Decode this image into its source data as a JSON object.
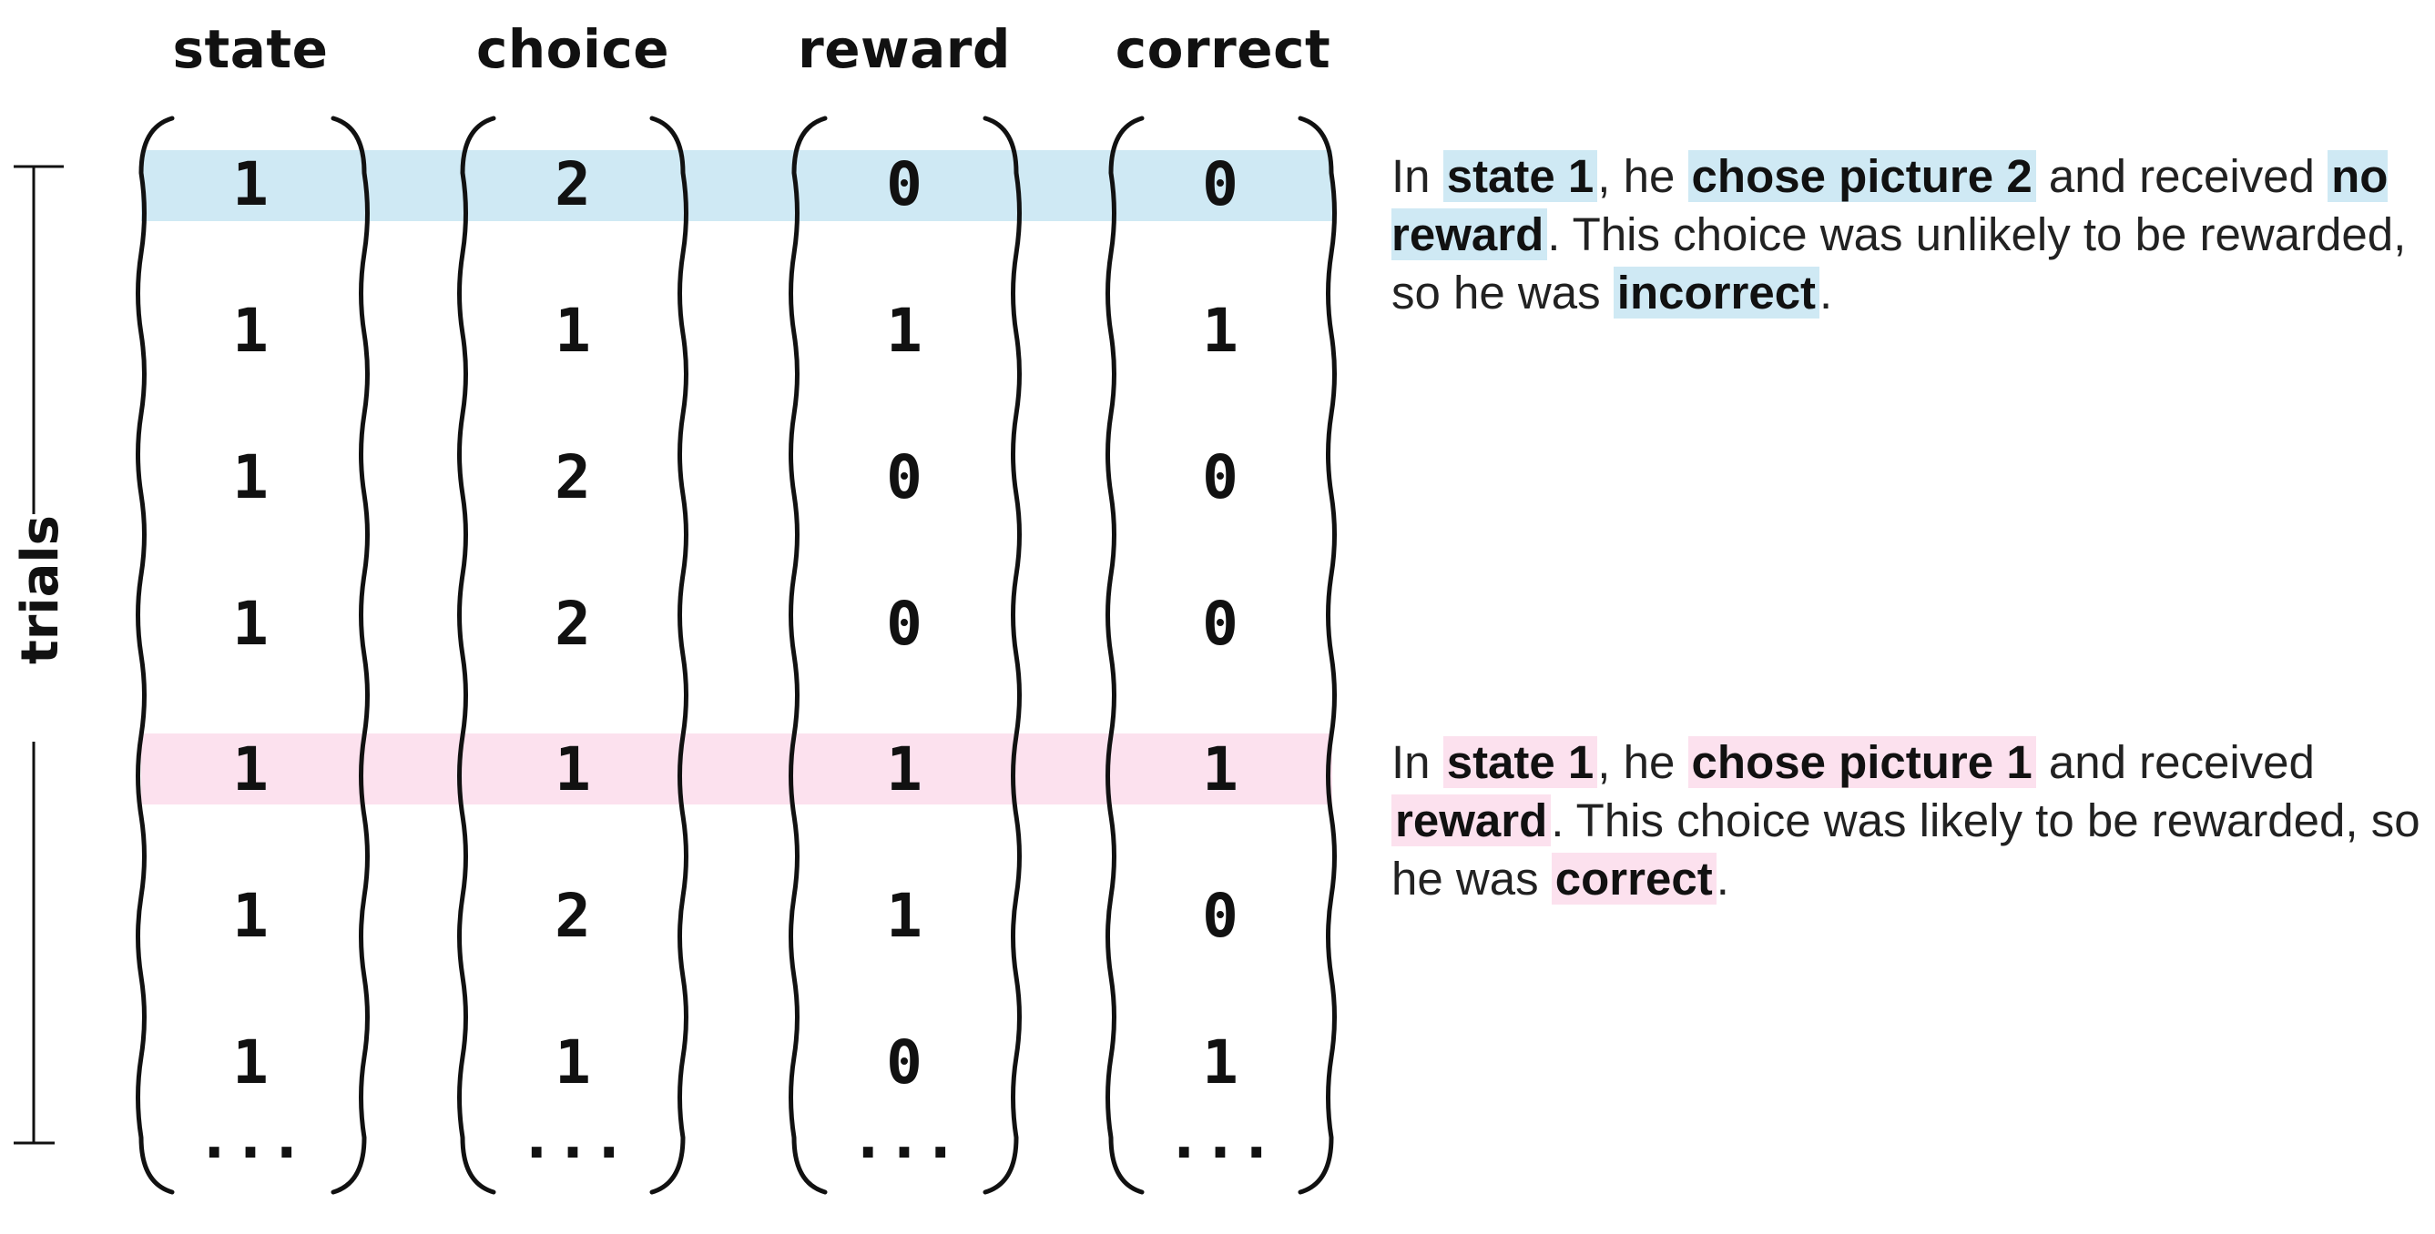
{
  "columns": [
    {
      "key": "state",
      "label": "state",
      "values": [
        "1",
        "1",
        "1",
        "1",
        "1",
        "1",
        "1"
      ]
    },
    {
      "key": "choice",
      "label": "choice",
      "values": [
        "2",
        "1",
        "2",
        "2",
        "1",
        "2",
        "1"
      ]
    },
    {
      "key": "reward",
      "label": "reward",
      "values": [
        "0",
        "1",
        "0",
        "0",
        "1",
        "1",
        "0"
      ]
    },
    {
      "key": "correct",
      "label": "correct",
      "values": [
        "0",
        "1",
        "0",
        "0",
        "1",
        "0",
        "1"
      ]
    }
  ],
  "ellipsis": "...",
  "axis_label": "trials",
  "highlight_colors": {
    "blue": "#cfe9f4",
    "pink": "#fce1ee"
  },
  "annotations": [
    {
      "color": "blue",
      "row": 1,
      "parts": [
        {
          "text": "In ",
          "hl": false
        },
        {
          "text": "state 1",
          "hl": true
        },
        {
          "text": ", he ",
          "hl": false
        },
        {
          "text": "chose picture 2",
          "hl": true
        },
        {
          "text": " and received ",
          "hl": false
        },
        {
          "text": "no reward",
          "hl": true
        },
        {
          "text": ". This choice was unlikely to be rewarded, so he was ",
          "hl": false
        },
        {
          "text": "incorrect",
          "hl": true
        },
        {
          "text": ".",
          "hl": false
        }
      ]
    },
    {
      "color": "pink",
      "row": 5,
      "parts": [
        {
          "text": "In ",
          "hl": false
        },
        {
          "text": "state 1",
          "hl": true
        },
        {
          "text": ", he ",
          "hl": false
        },
        {
          "text": "chose picture 1",
          "hl": true
        },
        {
          "text": " and received ",
          "hl": false
        },
        {
          "text": "reward",
          "hl": true
        },
        {
          "text": ". This choice was likely to be rewarded, so he was ",
          "hl": false
        },
        {
          "text": "correct",
          "hl": true
        },
        {
          "text": ".",
          "hl": false
        }
      ]
    }
  ]
}
